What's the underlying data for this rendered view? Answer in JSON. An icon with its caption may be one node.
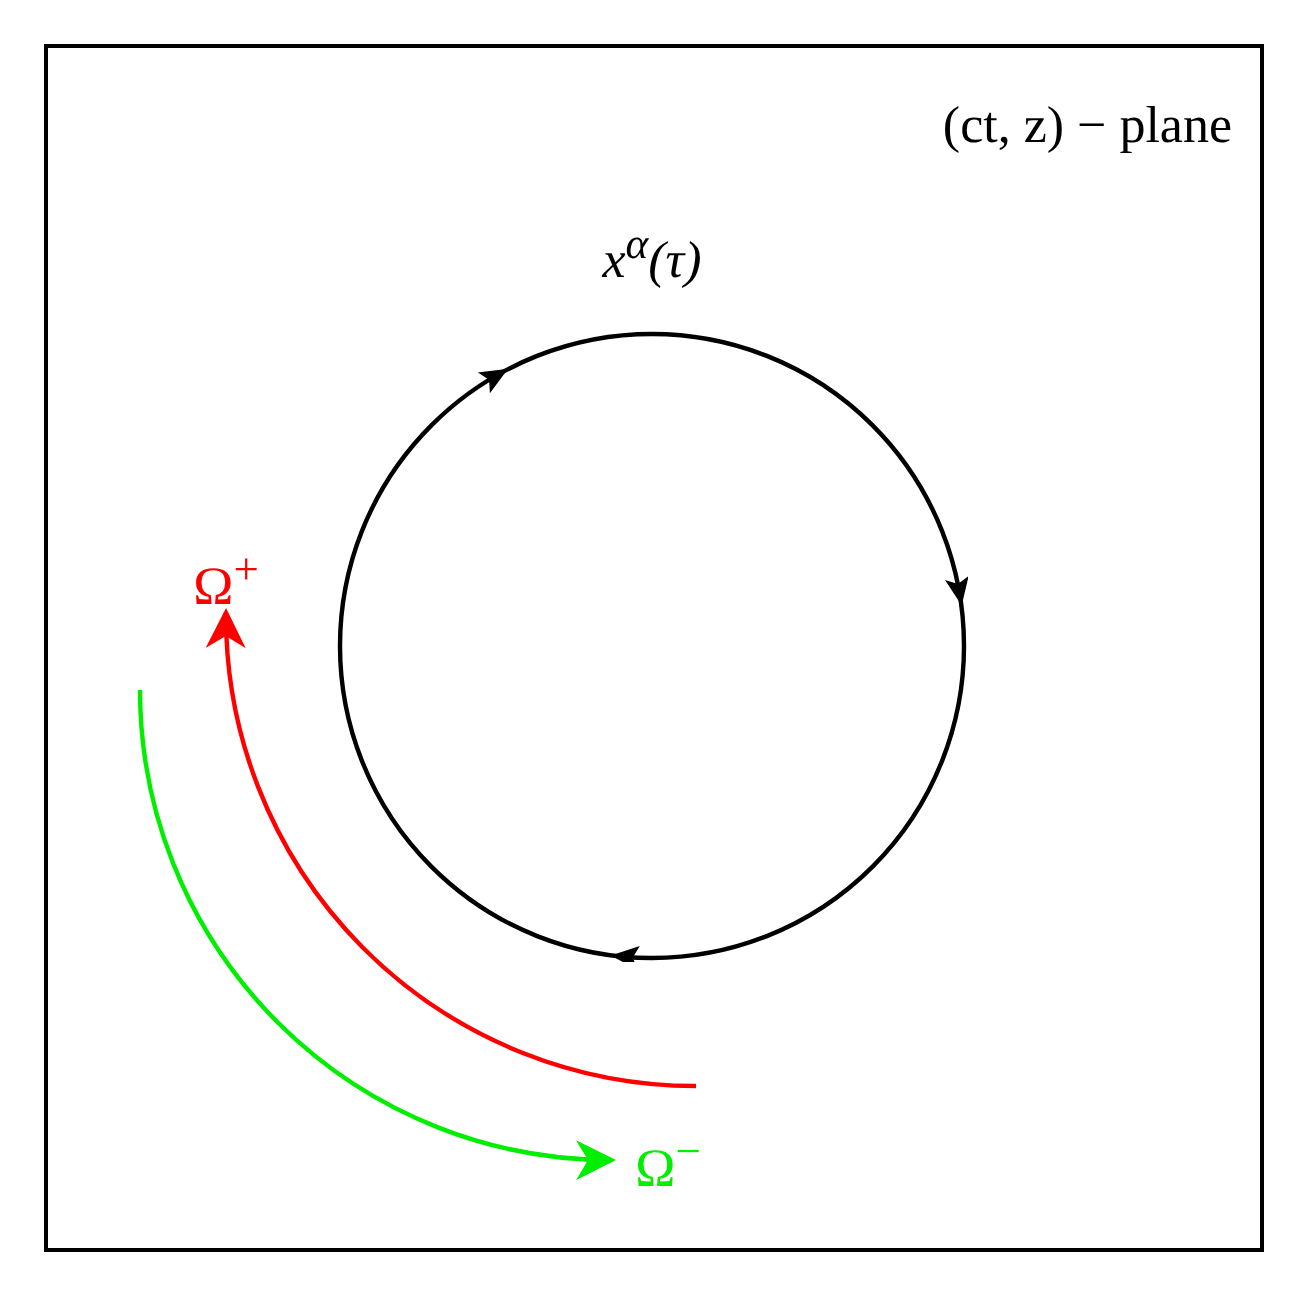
{
  "diagram": {
    "nodes": [
      {
        "text": [
          "(ct, z) − plane"
        ]
      },
      {
        "text": [],
        "shape": "circle",
        "beside": [
          "x$^{α}$(τ)"
        ],
        "in": 0
      },
      {
        "text": [
          "Ω$^{+}$"
        ],
        "in": 0
      },
      {
        "text": [
          "Ω$^{−}$"
        ],
        "in": 0
      }
    ],
    "edges": [
      {
        "from": null,
        "to": 2,
        "arrow": "to",
        "color": "#ff0000"
      },
      {
        "from": null,
        "to": 3,
        "arrow": "to",
        "color": "#00ee00"
      }
    ]
  }
}
